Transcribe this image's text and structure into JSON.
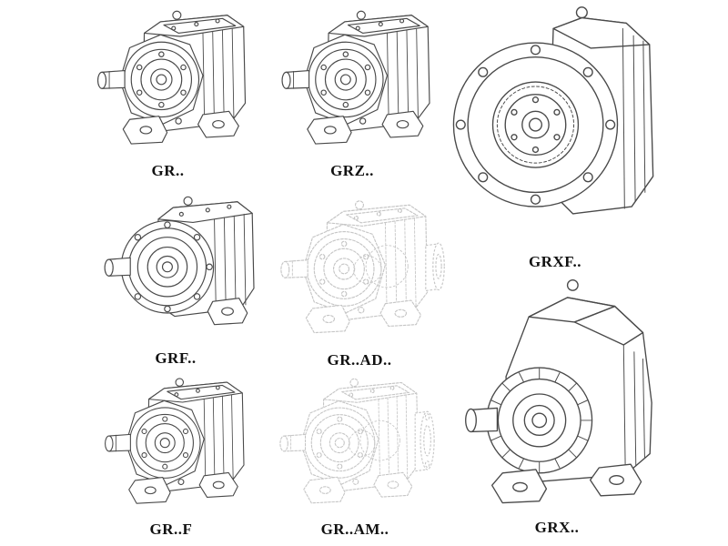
{
  "page": {
    "background": "#ffffff",
    "line_color": "#4a4a4a",
    "ghost_line_color": "#c6c6c6",
    "label_color": "#111111",
    "models": [
      {
        "id": "gr",
        "label": "GR..",
        "drawing": "foot-mounted-helical-gear-reducer",
        "ghost": false
      },
      {
        "id": "grz",
        "label": "GRZ..",
        "drawing": "foot-mounted-helical-gear-reducer",
        "ghost": false
      },
      {
        "id": "grxf",
        "label": "GRXF..",
        "drawing": "flange-mounted-helical-gear-reducer",
        "ghost": false
      },
      {
        "id": "grf",
        "label": "GRF..",
        "drawing": "flange-front-helical-gear-reducer",
        "ghost": false
      },
      {
        "id": "gr-ad",
        "label": "GR..AD..",
        "drawing": "helical-gear-reducer-with-input-adapter",
        "ghost": true
      },
      {
        "id": "gr-f",
        "label": "GR..F",
        "drawing": "foot-mounted-helical-gear-reducer",
        "ghost": false
      },
      {
        "id": "gr-am",
        "label": "GR..AM..",
        "drawing": "helical-gear-reducer-with-motor-adapter",
        "ghost": true
      },
      {
        "id": "grx",
        "label": "GRX..",
        "drawing": "large-foot-mounted-helical-gear-reducer",
        "ghost": false
      }
    ]
  }
}
